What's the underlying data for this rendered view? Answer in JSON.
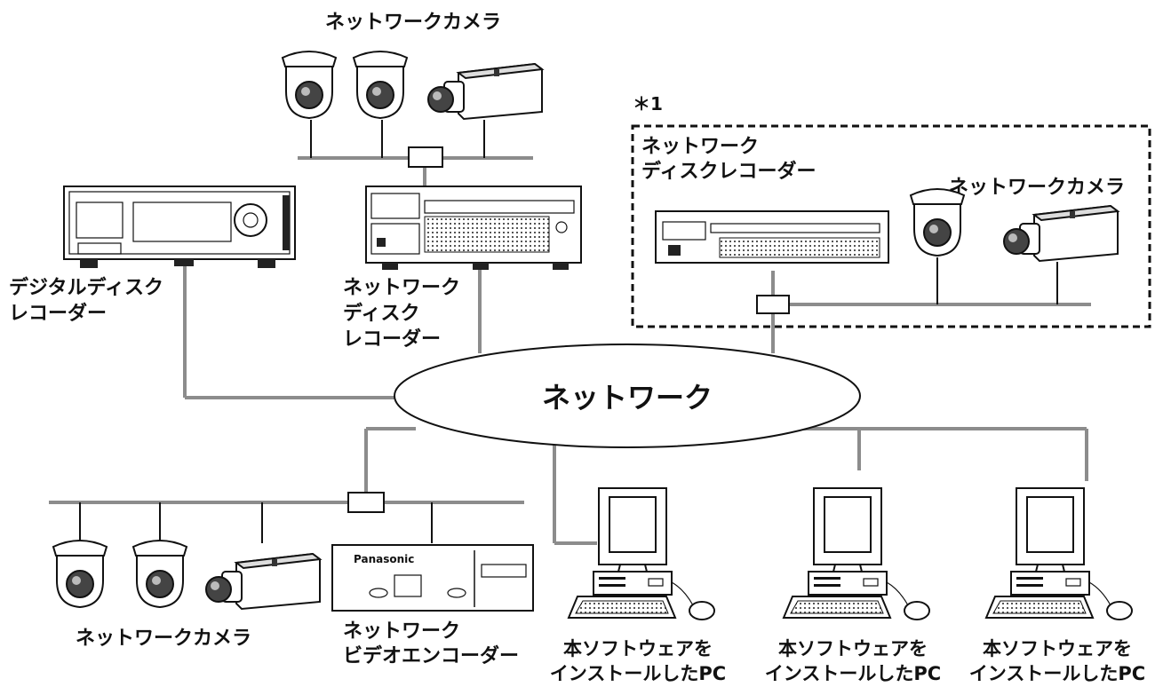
{
  "labels": {
    "cameras_top": "ネットワークカメラ",
    "footnote": "＊1",
    "rec_box_line1": "ネットワーク",
    "rec_box_line2": "ディスクレコーダー",
    "cameras_box": "ネットワークカメラ",
    "digital_rec_line1": "デジタルディスク",
    "digital_rec_line2": "レコーダー",
    "net_rec_line1": "ネットワーク",
    "net_rec_line2": "ディスク",
    "net_rec_line3": "レコーダー",
    "network": "ネットワーク",
    "cameras_bottom": "ネットワークカメラ",
    "encoder_line1": "ネットワーク",
    "encoder_line2": "ビデオエンコーダー",
    "pc_line1": "本ソフトウェアを",
    "pc_line2": "インストールしたPC",
    "brand": "Panasonic"
  }
}
